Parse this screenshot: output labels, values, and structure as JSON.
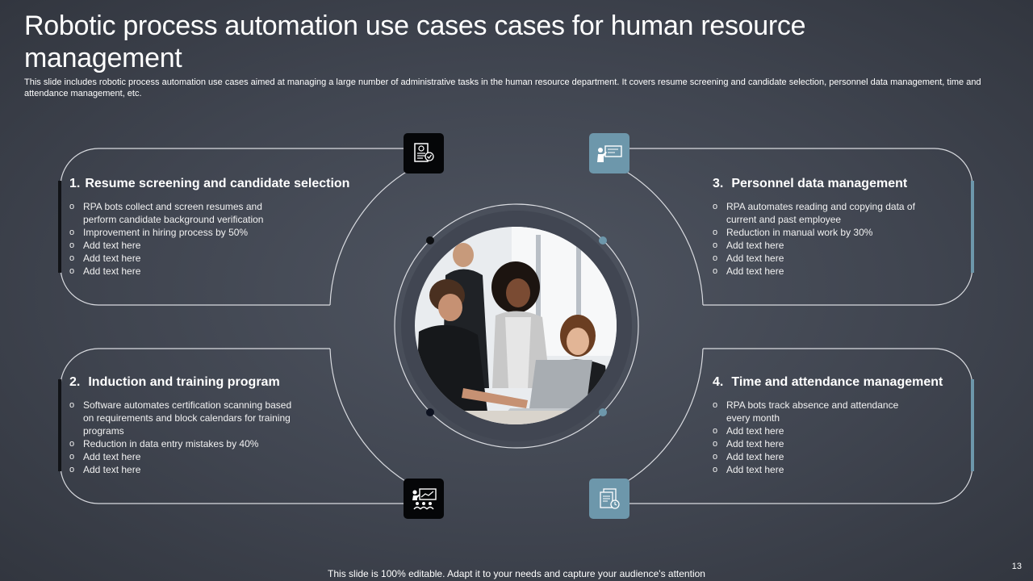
{
  "slide": {
    "title": "Robotic process automation use cases cases for human resource management",
    "subtitle": "This slide includes robotic process automation use cases aimed at managing a large number of administrative tasks in the human resource department. It covers resume screening and candidate selection, personnel data management, time and attendance management, etc.",
    "footer": "This slide is 100% editable. Adapt it to your needs and capture your audience's attention",
    "page_number": "13"
  },
  "colors": {
    "background": "#404550",
    "accent_teal": "#6d97ab",
    "accent_dark": "#050608",
    "line": "#d9dbe0"
  },
  "panels": [
    {
      "number": "1.",
      "title": "Resume screening and candidate selection",
      "icon": "resume-checklist-icon",
      "bullets": [
        "RPA bots collect and screen resumes and perform candidate background verification",
        "Improvement  in hiring process by 50%",
        "Add text here",
        "Add text here",
        "Add text here"
      ]
    },
    {
      "number": "2.",
      "title": "Induction and training program",
      "icon": "training-presentation-icon",
      "bullets": [
        "Software automates certification scanning based on requirements and block calendars for training programs",
        "Reduction in data entry mistakes by 40%",
        "Add text here",
        "Add text here"
      ]
    },
    {
      "number": "3.",
      "title": "Personnel data management",
      "icon": "presenter-board-icon",
      "bullets": [
        "RPA automates reading and copying data of current and past employee",
        "Reduction in manual work by 30%",
        "Add text here",
        "Add text here",
        "Add text here"
      ]
    },
    {
      "number": "4.",
      "title": "Time and attendance management",
      "icon": "attendance-documents-icon",
      "bullets": [
        "RPA bots track absence and attendance every month",
        "Add text here",
        "Add text here",
        "Add text here",
        "Add text here"
      ]
    }
  ]
}
